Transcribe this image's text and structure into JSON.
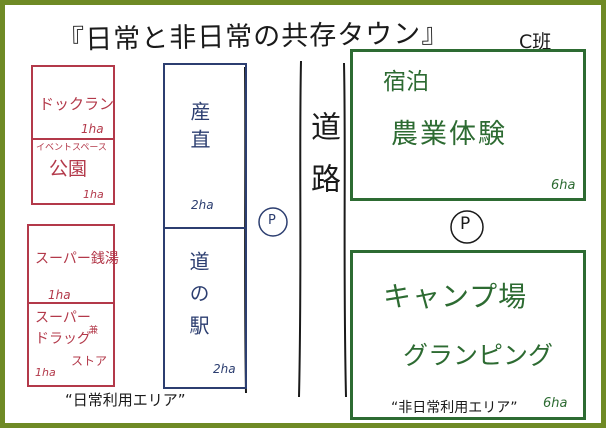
{
  "title": "『日常と非日常の共存タウン』",
  "team": "C班",
  "left_zone": {
    "dog_run": {
      "label": "ドックラン",
      "area": "1ha"
    },
    "event_park": {
      "label_small": "イベントスペース",
      "label": "公園",
      "area": "1ha"
    },
    "super_bath": {
      "label": "スーパー銭湯",
      "area": "1ha"
    },
    "supermarket_drug": {
      "label_line1": "スーパー",
      "label_note": "兼",
      "label_line2": "ドラッグ",
      "label_line3": "ストア",
      "area": "1ha"
    },
    "caption": "“日常利用エリア”"
  },
  "center_zone": {
    "market": {
      "label": "産直",
      "area": "2ha"
    },
    "roadside_station": {
      "label": "道の駅",
      "area": "2ha"
    },
    "parking_left": "P"
  },
  "road": {
    "label": "道路"
  },
  "right_zone": {
    "farm_stay": {
      "label_line1": "宿泊",
      "label_line2": "農業体験",
      "area": "6ha"
    },
    "parking_right": "P",
    "camp": {
      "label_line1": "キャンプ場",
      "label_line2": "グランピング",
      "area": "6ha"
    },
    "caption": "“非日常利用エリア”"
  }
}
